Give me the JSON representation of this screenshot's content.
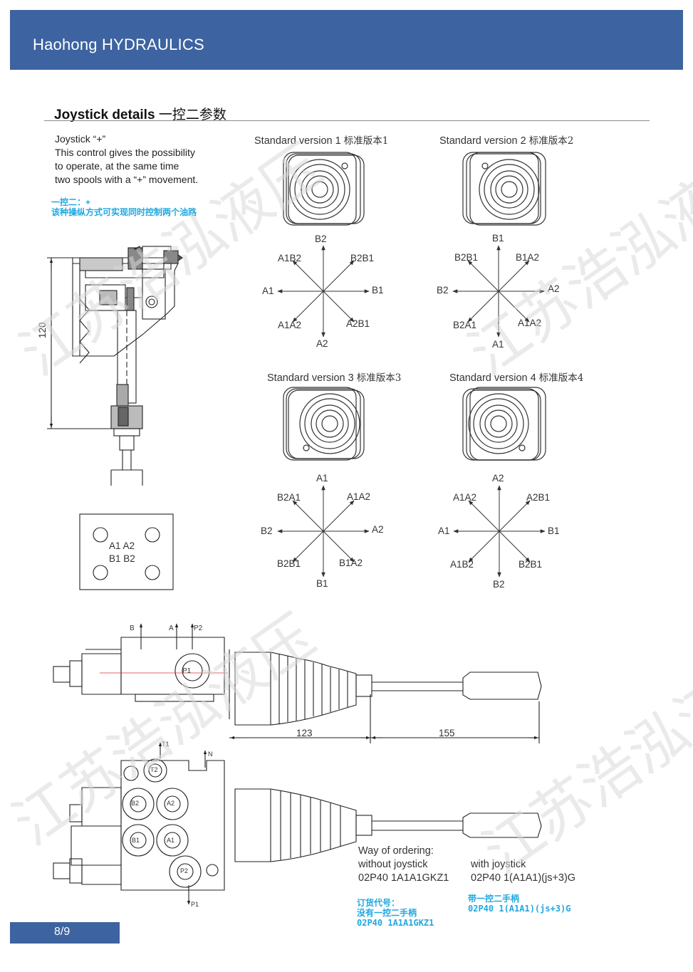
{
  "header": {
    "brand": "Haohong HYDRAULICS"
  },
  "section": {
    "title": "Joystick details",
    "title_cn": "一控二参数"
  },
  "description": {
    "lines": [
      "Joystick “+”",
      "This control gives the possibility",
      "to operate, at the same time",
      "two spools with a “+” movement."
    ],
    "cn_lines": [
      "一控二：+",
      "该种操纵方式可实现同时控制两个油路"
    ]
  },
  "versions": [
    {
      "label": "Standard version 1",
      "label_cn": "标准版本1",
      "dirs": {
        "n": "B2",
        "ne": "B2B1",
        "e": "B1",
        "se": "A2B1",
        "s": "A2",
        "sw": "A1A2",
        "w": "A1",
        "nw": "A1B2"
      }
    },
    {
      "label": "Standard version 2",
      "label_cn": "标准版本2",
      "dirs": {
        "n": "B1",
        "ne": "B1A2",
        "e": "A2",
        "se": "A1A2",
        "s": "A1",
        "sw": "B2A1",
        "w": "B2",
        "nw": "B2B1"
      }
    },
    {
      "label": "Standard version 3",
      "label_cn": "标准版本3",
      "dirs": {
        "n": "A1",
        "ne": "A1A2",
        "e": "A2",
        "se": "B1A2",
        "s": "B1",
        "sw": "B2B1",
        "w": "B2",
        "nw": "B2A1"
      }
    },
    {
      "label": "Standard version 4",
      "label_cn": "标准版本4",
      "dirs": {
        "n": "A2",
        "ne": "A2B1",
        "e": "B1",
        "se": "B2B1",
        "s": "B2",
        "sw": "A1B2",
        "w": "A1",
        "nw": "A1A2"
      }
    }
  ],
  "drawing": {
    "dim_height": "120",
    "plate_labels": [
      "A1  A2",
      "B1  B2"
    ],
    "side_ports": [
      "B",
      "A",
      "P2",
      "P1"
    ],
    "dim_body": "123",
    "dim_handle": "155",
    "front_ports": [
      "T1",
      "N",
      "T2",
      "B2",
      "A2",
      "B1",
      "A1",
      "P2",
      "P1"
    ]
  },
  "ordering": {
    "heading": "Way of ordering:",
    "without_label": "without joystick",
    "without_code": "02P40 1A1A1GKZ1",
    "with_label": "with joystick",
    "with_code": "02P40 1(A1A1)(js+3)G",
    "cn_code_label": "订货代号：",
    "cn_without_label": "没有一控二手柄",
    "cn_without_code": "02P40 1A1A1GKZ1",
    "cn_with_label": "带一控二手柄",
    "cn_with_code": "02P40 1(A1A1)(js+3)G"
  },
  "watermark": "江苏浩泓液压",
  "footer": {
    "page": "8/9"
  },
  "colors": {
    "brand_blue": "#3d63a0",
    "accent_cyan": "#21a8e0"
  }
}
